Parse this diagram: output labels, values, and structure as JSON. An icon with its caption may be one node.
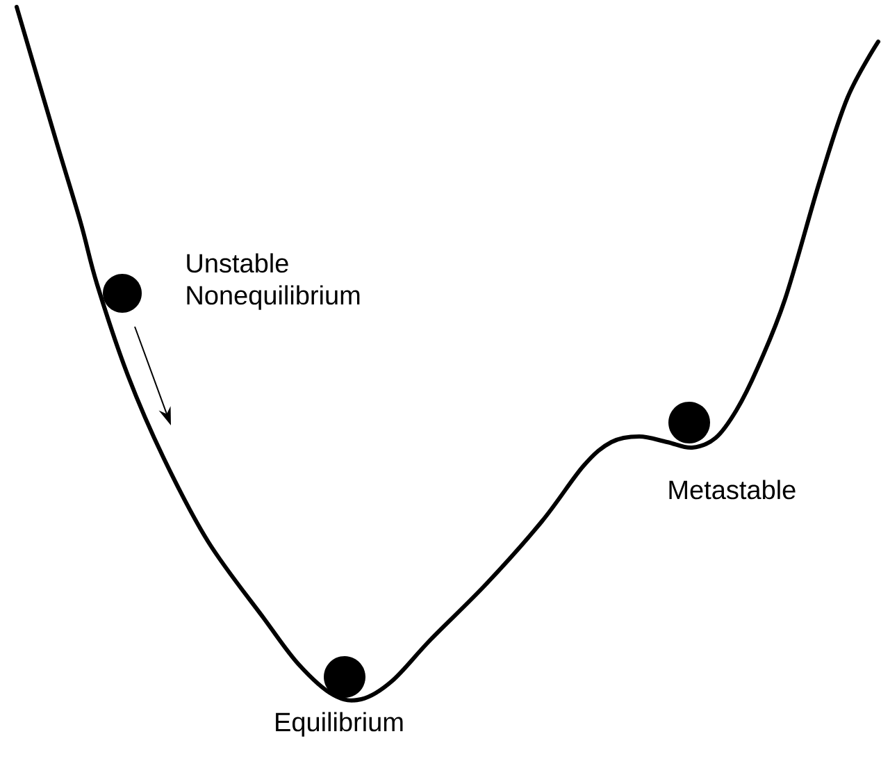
{
  "diagram": {
    "labels": [
      "Unstable Nonequilibrium",
      "Metastable",
      "Equilibrium"
    ]
  }
}
